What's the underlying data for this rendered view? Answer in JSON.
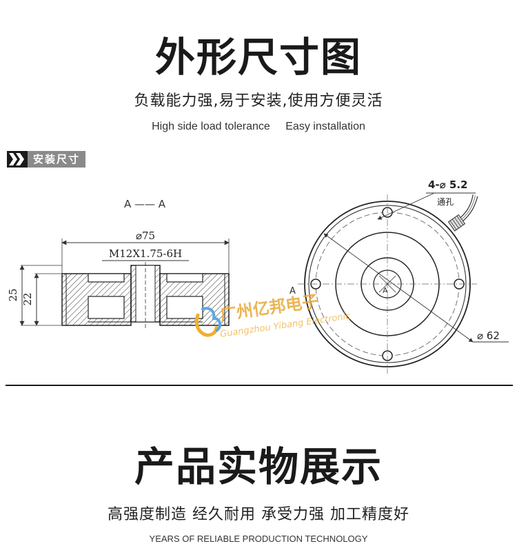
{
  "section1": {
    "title": "外形尺寸图",
    "subtitle": "负载能力强,易于安装,使用方便灵活",
    "english": [
      "High side load tolerance",
      "Easy installation"
    ]
  },
  "badge": {
    "label": "安装尺寸"
  },
  "drawing": {
    "section_label": "A —— A",
    "diameter_label": "⌀75",
    "thread_label": "M12X1.75-6H",
    "height_outer": "25",
    "height_inner": "22",
    "holes_label": "4-⌀ 5.2",
    "holes_note": "通孔",
    "circle_label": "⌀ 62",
    "axis_mark": "A"
  },
  "watermark": {
    "cn": "广州亿邦电子",
    "en": "Guangzhou Yibang Electronic"
  },
  "section2": {
    "title": "产品实物展示",
    "subtitle": "高强度制造 经久耐用 承受力强 加工精度好",
    "english": "YEARS OF RELIABLE PRODUCTION TECHNOLOGY"
  }
}
